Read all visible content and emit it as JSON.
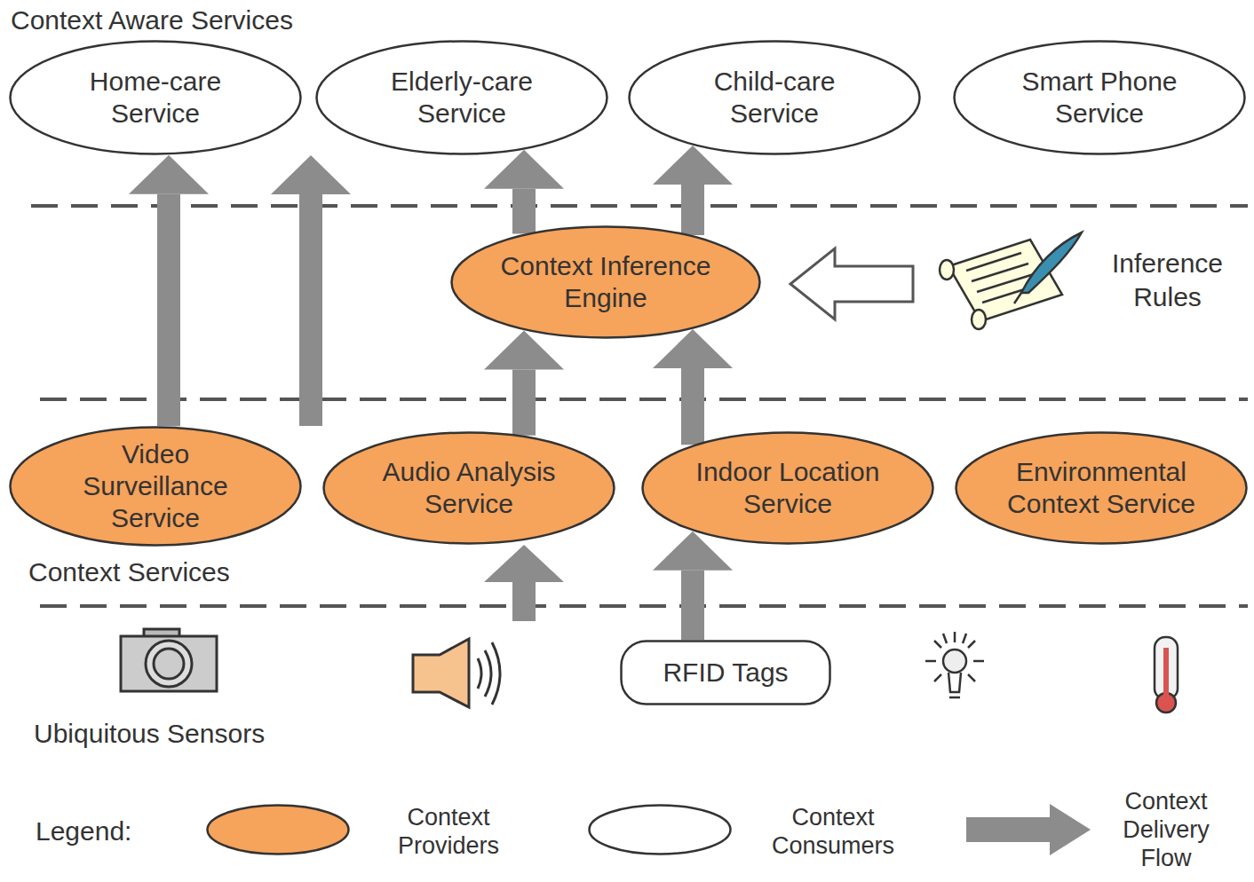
{
  "diagram": {
    "nodes": [
      {
        "text": [
          "Home-care Service"
        ]
      },
      {
        "text": [
          "Elderly-care Service"
        ]
      },
      {
        "text": [
          "Child-care Service"
        ]
      },
      {
        "text": [
          "Smart Phone Service"
        ]
      },
      {
        "text": [
          "Context Inference Engine"
        ]
      },
      {
        "text": [
          "Video Surveillance Service"
        ]
      },
      {
        "text": [
          "Audio Analysis Service"
        ]
      },
      {
        "text": [
          "Indoor Location Service"
        ]
      },
      {
        "text": [
          "Environmental Context Service"
        ]
      },
      {
        "text": [
          "RFID Tags"
        ]
      }
    ],
    "edges": [
      {
        "from": 5,
        "to": 0,
        "arrow": "to"
      },
      {
        "from": 5,
        "to": 1,
        "arrow": "to"
      },
      {
        "from": 4,
        "to": 1,
        "arrow": "to"
      },
      {
        "from": 4,
        "to": 2,
        "arrow": "to"
      },
      {
        "from": 6,
        "to": 4,
        "arrow": "to"
      },
      {
        "from": 7,
        "to": 4,
        "arrow": "to"
      },
      {
        "from": 9,
        "to": 7,
        "arrow": "to"
      }
    ],
    "labels": [
      "Context Aware Services",
      "Inference Rules",
      "Context Services",
      "Ubiquitous Sensors",
      "Legend:"
    ],
    "legend": [
      {
        "text": "Context Providers",
        "color": "#f6a35b"
      },
      {
        "text": "Context Consumers",
        "color": "#ffffff"
      },
      {
        "text": "Context Delivery Flow"
      }
    ]
  }
}
